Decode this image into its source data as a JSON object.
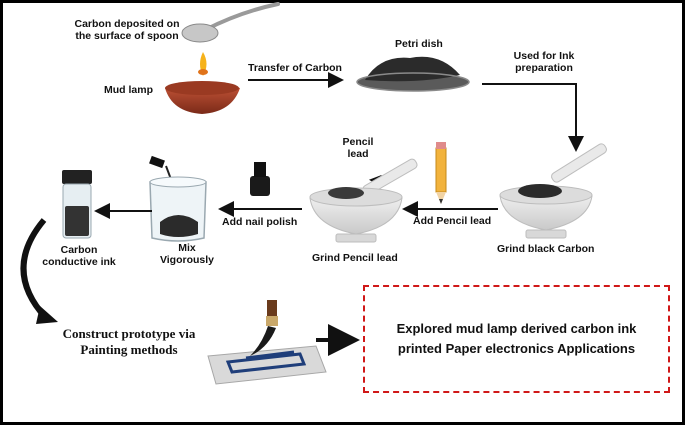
{
  "labels": {
    "carbon_spoon": "Carbon deposited on the surface of spoon",
    "mud_lamp": "Mud lamp",
    "transfer": "Transfer of Carbon",
    "petri": "Petri dish",
    "used_for_ink": "Used for Ink preparation",
    "pencil_lead": "Pencil lead",
    "add_pencil_lead": "Add Pencil lead",
    "grind_black_carbon": "Grind black Carbon",
    "grind_pencil_lead": "Grind Pencil lead",
    "add_nail_polish": "Add nail polish",
    "mix": "Mix Vigorously",
    "carbon_ink": "Carbon conductive ink",
    "construct": "Construct prototype via Painting methods"
  },
  "result_text": "Explored mud lamp derived carbon ink printed Paper electronics Applications",
  "colors": {
    "frame": "#000000",
    "dashed_box": "#d01818",
    "lamp": "#b5442a",
    "flame": "#f6b21a",
    "carbon": "#2b2b2b",
    "pencil": "#f2b33d"
  }
}
